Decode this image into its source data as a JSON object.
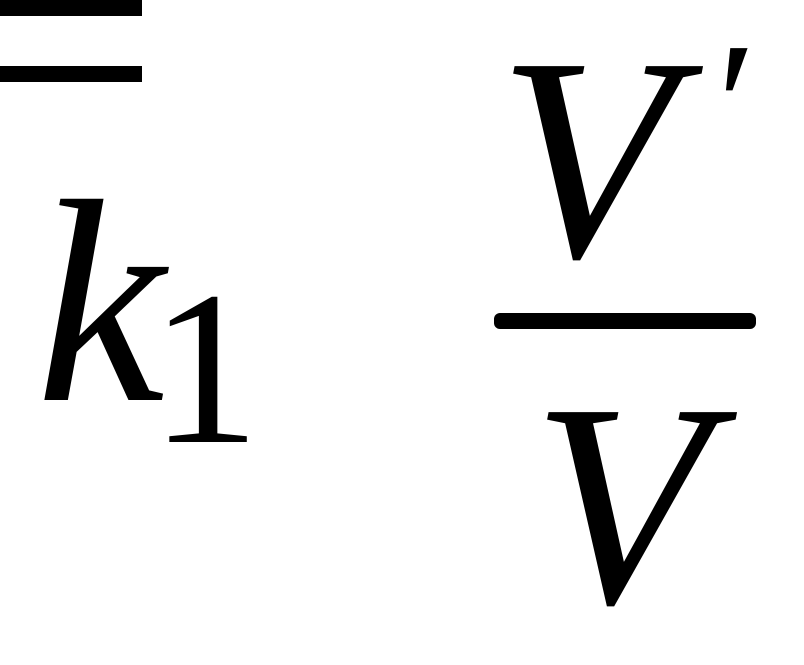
{
  "formula": {
    "lhs_symbol": "k",
    "lhs_subscript": "1",
    "equals": "=",
    "numerator_symbol": "V",
    "numerator_prime": "′",
    "denominator_symbol": "V"
  },
  "colors": {
    "text": "#000000",
    "background": "#ffffff"
  }
}
